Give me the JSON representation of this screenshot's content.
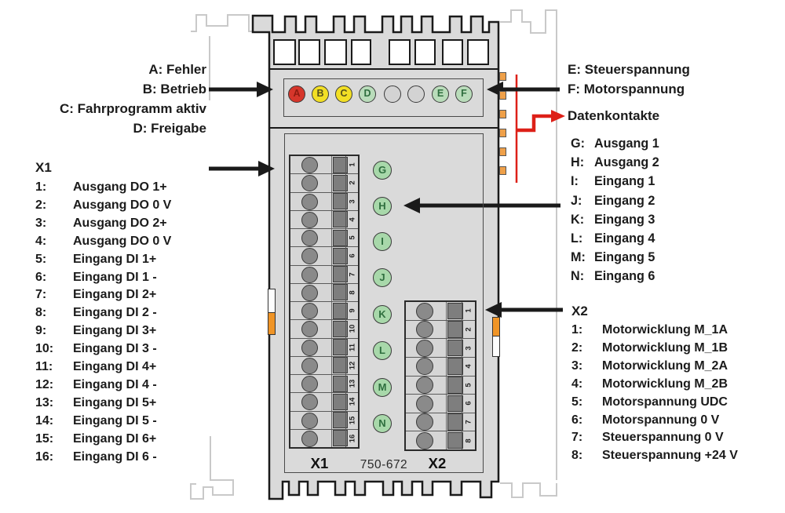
{
  "module": {
    "part_number": "750-672",
    "x1_label": "X1",
    "x2_label": "X2",
    "status_leds": [
      {
        "letter": "A",
        "color": "red"
      },
      {
        "letter": "B",
        "color": "yellow"
      },
      {
        "letter": "C",
        "color": "yellow"
      },
      {
        "letter": "D",
        "color": "green"
      },
      {
        "letter": "",
        "color": "blank"
      },
      {
        "letter": "",
        "color": "blank"
      },
      {
        "letter": "E",
        "color": "green"
      },
      {
        "letter": "F",
        "color": "green"
      }
    ],
    "signal_leds": [
      "G",
      "H",
      "I",
      "J",
      "K",
      "L",
      "M",
      "N"
    ],
    "x1_terminals": [
      "1",
      "2",
      "3",
      "4",
      "5",
      "6",
      "7",
      "8",
      "9",
      "10",
      "11",
      "12",
      "13",
      "14",
      "15",
      "16"
    ],
    "x2_terminals": [
      "1",
      "2",
      "3",
      "4",
      "5",
      "6",
      "7",
      "8"
    ]
  },
  "annotations": {
    "top_left": [
      "A: Fehler",
      "B: Betrieb",
      "C: Fahrprogramm aktiv",
      "D: Freigabe"
    ],
    "top_right": [
      "E: Steuerspannung",
      "F: Motorspannung"
    ],
    "data_contacts": "Datenkontakte",
    "led_list": [
      {
        "key": "G:",
        "label": "Ausgang 1"
      },
      {
        "key": "H:",
        "label": "Ausgang 2"
      },
      {
        "key": "I:",
        "label": "Eingang 1"
      },
      {
        "key": "J:",
        "label": "Eingang 2"
      },
      {
        "key": "K:",
        "label": "Eingang 3"
      },
      {
        "key": "L:",
        "label": "Eingang 4"
      },
      {
        "key": "M:",
        "label": "Eingang 5"
      },
      {
        "key": "N:",
        "label": "Eingang 6"
      }
    ],
    "x1_list": {
      "title": "X1",
      "items": [
        {
          "num": "1:",
          "label": "Ausgang DO 1+"
        },
        {
          "num": "2:",
          "label": "Ausgang DO 0 V"
        },
        {
          "num": "3:",
          "label": "Ausgang DO 2+"
        },
        {
          "num": "4:",
          "label": "Ausgang DO 0 V"
        },
        {
          "num": "5:",
          "label": "Eingang DI 1+"
        },
        {
          "num": "6:",
          "label": "Eingang DI 1 -"
        },
        {
          "num": "7:",
          "label": "Eingang DI 2+"
        },
        {
          "num": "8:",
          "label": "Eingang DI 2 -"
        },
        {
          "num": "9:",
          "label": "Eingang DI 3+"
        },
        {
          "num": "10:",
          "label": "Eingang DI 3 -"
        },
        {
          "num": "11:",
          "label": "Eingang DI 4+"
        },
        {
          "num": "12:",
          "label": "Eingang DI 4 -"
        },
        {
          "num": "13:",
          "label": "Eingang DI 5+"
        },
        {
          "num": "14:",
          "label": "Eingang DI 5 -"
        },
        {
          "num": "15:",
          "label": "Eingang DI 6+"
        },
        {
          "num": "16:",
          "label": "Eingang DI 6 -"
        }
      ]
    },
    "x2_list": {
      "title": "X2",
      "items": [
        {
          "num": "1:",
          "label": "Motorwicklung M_1A"
        },
        {
          "num": "2:",
          "label": "Motorwicklung M_1B"
        },
        {
          "num": "3:",
          "label": "Motorwicklung M_2A"
        },
        {
          "num": "4:",
          "label": "Motorwicklung M_2B"
        },
        {
          "num": "5:",
          "label": "Motorspannung UDC"
        },
        {
          "num": "6:",
          "label": "Motorspannung 0 V"
        },
        {
          "num": "7:",
          "label": "Steuerspannung 0 V"
        },
        {
          "num": "8:",
          "label": "Steuerspannung +24 V"
        }
      ]
    }
  },
  "colors": {
    "module_body": "#dadada",
    "led_red": "#d6362b",
    "led_yellow": "#f2df25",
    "led_green": "#b9dcba",
    "led_blank": "#d3d3d3",
    "signal_led_green": "#a8d8aa",
    "latch_orange": "#ef9426",
    "data_contact_orange": "#efa049",
    "red_accent": "#dd2018",
    "ghost_outline": "#c9c9c9",
    "terminal_gray": "#8a8a8a"
  }
}
